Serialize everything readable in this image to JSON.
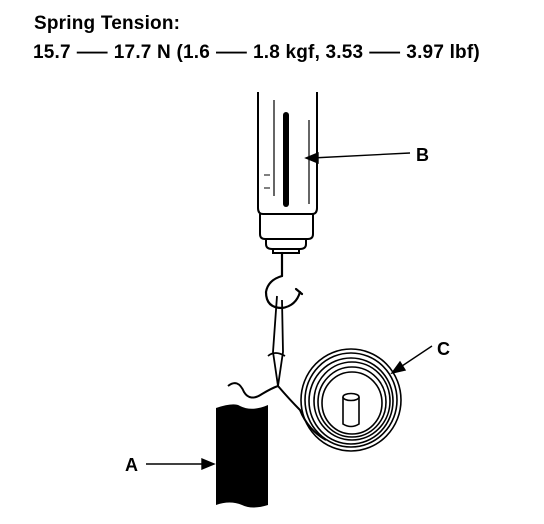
{
  "header": {
    "title": "Spring Tension:",
    "specification": "15.7 ⸺ 17.7 N (1.6 ⸺ 1.8 kgf, 3.53 ⸺ 3.97 lbf)"
  },
  "callouts": {
    "a": "A",
    "b": "B",
    "c": "C"
  },
  "colors": {
    "ink": "#000000",
    "background": "#ffffff"
  }
}
